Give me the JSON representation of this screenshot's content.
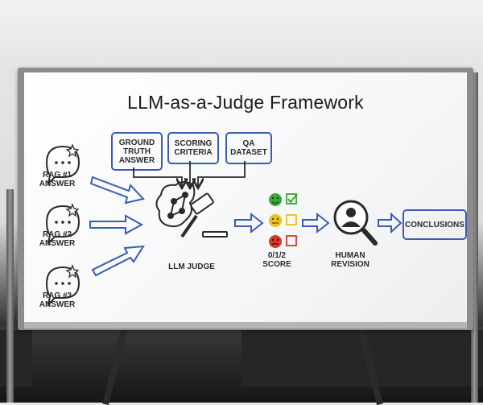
{
  "board": {
    "title": "LLM-as-a-Judge Framework"
  },
  "inputs": [
    {
      "label": "GROUND\nTRUTH\nANSWER"
    },
    {
      "label": "SCORING\nCRITERIA"
    },
    {
      "label": "QA\nDATASET"
    }
  ],
  "rag_answers": [
    {
      "label": "RAG #1\nANSWER"
    },
    {
      "label": "RAG #2\nANSWER"
    },
    {
      "label": "RAG #3\nANSWER"
    }
  ],
  "judge": {
    "label": "LLM JUDGE"
  },
  "score": {
    "label": "0/1/2\nSCORE"
  },
  "human": {
    "label": "HUMAN\nREVISION"
  },
  "conclusions": {
    "label": "CONCLUSIONS"
  },
  "colors": {
    "marker_blue": "#3b5bb5",
    "marker_black": "#2a2a2a",
    "green": "#3aa63a",
    "yellow": "#e8c21a",
    "red": "#d23a2a"
  },
  "icons": [
    "chat-bubble-sparkle-icon",
    "brain-gavel-icon",
    "smiley-icon",
    "checkbox-icon",
    "magnifier-person-icon",
    "arrow-icon"
  ]
}
